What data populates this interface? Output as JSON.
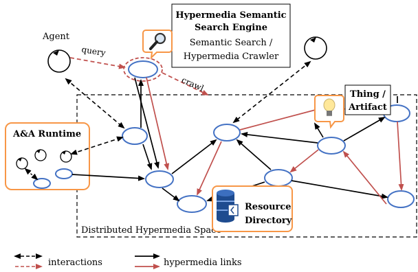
{
  "agent": {
    "label": "Agent"
  },
  "edges": {
    "query": "query",
    "crawl": "crawl"
  },
  "search_engine": {
    "title_line1": "Hypermedia Semantic",
    "title_line2": "Search Engine",
    "sub_line1": "Semantic Search /",
    "sub_line2": "Hypermedia Crawler",
    "icon": "magnifier-icon"
  },
  "thing": {
    "line1": "Thing /",
    "line2": "Artifact",
    "icon": "lightbulb-icon"
  },
  "runtime": {
    "label": "A&A Runtime"
  },
  "directory": {
    "line1": "Resource",
    "line2": "Directory",
    "icon": "database-icon"
  },
  "space": {
    "label": "Distributed Hypermedia Space"
  },
  "legend": {
    "interactions": "interactions",
    "links": "hypermedia links"
  },
  "colors": {
    "node_stroke": "#4472c4",
    "link_red": "#c0504d",
    "box_orange": "#f79646",
    "black": "#000000"
  }
}
